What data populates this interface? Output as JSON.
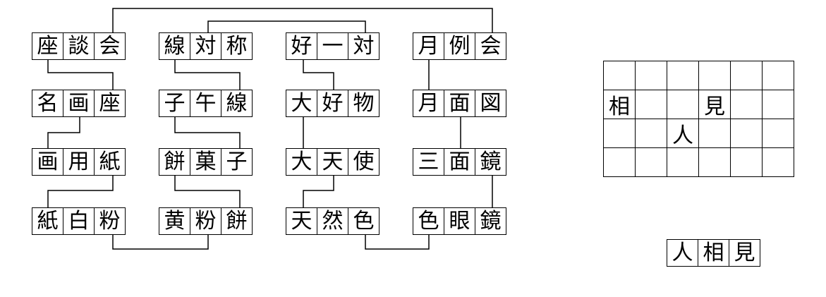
{
  "words": [
    [
      "座",
      "談",
      "会"
    ],
    [
      "名",
      "画",
      "座"
    ],
    [
      "画",
      "用",
      "紙"
    ],
    [
      "紙",
      "白",
      "粉"
    ],
    [
      "線",
      "対",
      "称"
    ],
    [
      "子",
      "午",
      "線"
    ],
    [
      "餅",
      "菓",
      "子"
    ],
    [
      "黄",
      "粉",
      "餅"
    ],
    [
      "好",
      "一",
      "対"
    ],
    [
      "大",
      "好",
      "物"
    ],
    [
      "大",
      "天",
      "使"
    ],
    [
      "天",
      "然",
      "色"
    ],
    [
      "月",
      "例",
      "会"
    ],
    [
      "月",
      "面",
      "図"
    ],
    [
      "三",
      "面",
      "鏡"
    ],
    [
      "色",
      "眼",
      "鏡"
    ]
  ],
  "grid": [
    [
      "",
      "",
      "",
      "",
      "",
      ""
    ],
    [
      "相",
      "",
      "",
      "見",
      "",
      ""
    ],
    [
      "",
      "",
      "人",
      "",
      "",
      ""
    ],
    [
      "",
      "",
      "",
      "",
      "",
      ""
    ]
  ],
  "answer": [
    "人",
    "相",
    "見"
  ]
}
